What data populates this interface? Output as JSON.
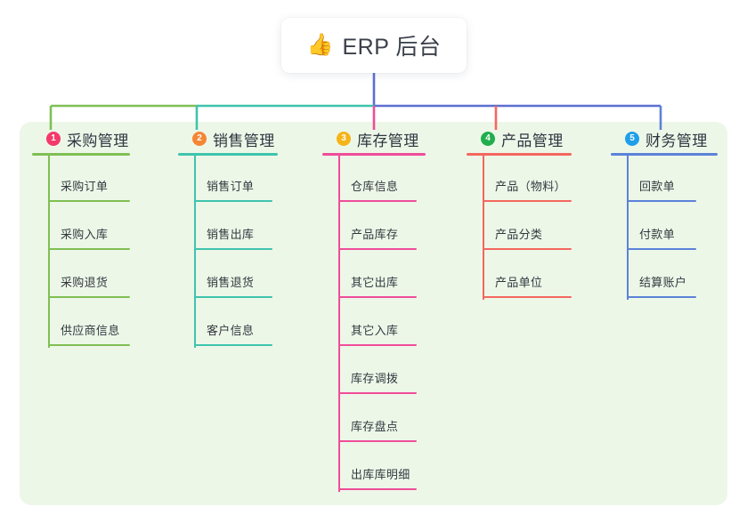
{
  "root": {
    "icon": "thumbs-up-icon",
    "emoji": "👍",
    "title": "ERP 后台"
  },
  "palette": {
    "panel_background": "#edf7e8",
    "page_background": "#ffffff",
    "root_card_background": "#ffffff",
    "text_primary": "#2f3540",
    "text_leaf": "#33383f",
    "trunk": "#5b6fd1"
  },
  "columns": [
    {
      "number": "1",
      "title": "采购管理",
      "badge_color": "#f4396c",
      "line_color": "#7fbf54",
      "items": [
        {
          "label": "采购订单"
        },
        {
          "label": "采购入库"
        },
        {
          "label": "采购退货"
        },
        {
          "label": "供应商信息"
        }
      ]
    },
    {
      "number": "2",
      "title": "销售管理",
      "badge_color": "#f58634",
      "line_color": "#3fc4ad",
      "items": [
        {
          "label": "销售订单"
        },
        {
          "label": "销售出库"
        },
        {
          "label": "销售退货"
        },
        {
          "label": "客户信息"
        }
      ]
    },
    {
      "number": "3",
      "title": "库存管理",
      "badge_color": "#f5b418",
      "line_color": "#ef4d9a",
      "items": [
        {
          "label": "仓库信息"
        },
        {
          "label": "产品库存"
        },
        {
          "label": "其它出库"
        },
        {
          "label": "其它入库"
        },
        {
          "label": "库存调拨"
        },
        {
          "label": "库存盘点"
        },
        {
          "label": "出库库明细"
        }
      ]
    },
    {
      "number": "4",
      "title": "产品管理",
      "badge_color": "#21ae4f",
      "line_color": "#f4675f",
      "items": [
        {
          "label": "产品（物料）"
        },
        {
          "label": "产品分类"
        },
        {
          "label": "产品单位"
        }
      ]
    },
    {
      "number": "5",
      "title": "财务管理",
      "badge_color": "#1f9fe8",
      "line_color": "#5b82d8",
      "items": [
        {
          "label": "回款单"
        },
        {
          "label": "付款单"
        },
        {
          "label": "结算账户"
        }
      ]
    }
  ],
  "connectors": {
    "trunk_color": "#5b6fd1",
    "bus_segments": [
      {
        "color": "#7fbf54"
      },
      {
        "color": "#3fc4ad"
      },
      {
        "color": "#5b6fd1"
      }
    ]
  }
}
